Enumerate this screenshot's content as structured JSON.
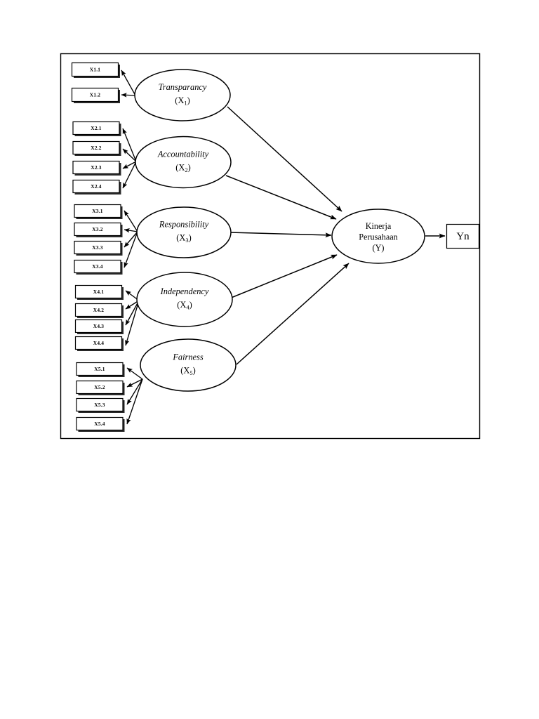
{
  "figure": {
    "type": "structural-equation-model-path-diagram",
    "frame": {
      "visible": true
    }
  },
  "latent_variables": [
    {
      "id": "x1",
      "name": "Transparancy",
      "code": "X",
      "subscript": "1",
      "paren_code": "(X1)"
    },
    {
      "id": "x2",
      "name": "Accountability",
      "code": "X",
      "subscript": "2",
      "paren_code": "(X2)"
    },
    {
      "id": "x3",
      "name": "Responsibility",
      "code": "X",
      "subscript": "3",
      "paren_code": "(X3)"
    },
    {
      "id": "x4",
      "name": "Independency",
      "code": "X",
      "subscript": "4",
      "paren_code": "(X4)"
    },
    {
      "id": "x5",
      "name": "Fairness",
      "code": "X",
      "subscript": "5",
      "paren_code": "(X5)"
    }
  ],
  "endogenous_variable": {
    "id": "y",
    "line1": "Kinerja",
    "line2": "Perusahaan",
    "line3": "(Y)"
  },
  "outcome_box": {
    "id": "yn",
    "label": "Yn"
  },
  "indicators": {
    "x1": [
      "X1.1",
      "X1.2"
    ],
    "x2": [
      "X2.1",
      "X2.2",
      "X2.3",
      "X2.4"
    ],
    "x3": [
      "X3.1",
      "X3.2",
      "X3.3",
      "X3.4"
    ],
    "x4": [
      "X4.1",
      "X4.2",
      "X4.3",
      "X4.4"
    ],
    "x5": [
      "X5.1",
      "X5.2",
      "X5.3",
      "X5.4"
    ]
  },
  "edges": {
    "structural": [
      {
        "from": "Transparancy (X1)",
        "to": "Kinerja Perusahaan (Y)"
      },
      {
        "from": "Accountability (X2)",
        "to": "Kinerja Perusahaan (Y)"
      },
      {
        "from": "Responsibility (X3)",
        "to": "Kinerja Perusahaan (Y)"
      },
      {
        "from": "Independency (X4)",
        "to": "Kinerja Perusahaan (Y)"
      },
      {
        "from": "Fairness (X5)",
        "to": "Kinerja Perusahaan (Y)"
      },
      {
        "from": "Kinerja Perusahaan (Y)",
        "to": "Yn"
      }
    ],
    "measurement_direction": "latent-to-indicator"
  },
  "colors": {
    "stroke": "#000000",
    "background": "#ffffff",
    "box_shadow": "#2b2b2b"
  }
}
